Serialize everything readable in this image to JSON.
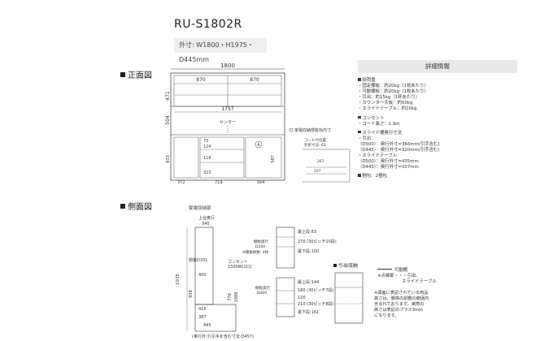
{
  "title": {
    "model": "RU-S1802R",
    "dimensions": "外寸: W1800・H1975・D445mm"
  },
  "sections": {
    "front": "正面図",
    "side": "側面図"
  },
  "spec": {
    "heading": "詳細情報",
    "lines": [
      {
        "text": "耐荷重",
        "head": true
      },
      {
        "text": "・固定棚板：約20kg（1枚あたり）"
      },
      {
        "text": "・可動棚板：約20kg（1枚あたり）"
      },
      {
        "text": "・引出：約15kg（1杯あたり）"
      },
      {
        "text": "・カウンター天板：約50kg"
      },
      {
        "text": "・スライドテーブル：約10kg"
      },
      {
        "gap": true
      },
      {
        "text": "コンセント",
        "head": true
      },
      {
        "text": "・コード長さ：1.9m"
      },
      {
        "gap": true
      },
      {
        "text": "スライド棚奥行寸法",
        "head": true
      },
      {
        "text": "・引出："
      },
      {
        "text": "（D500）：奥行外寸=366mm(引手含む)"
      },
      {
        "text": "（D445）：奥行外寸=320mm(引手含む)"
      },
      {
        "text": "・スライドテーブル："
      },
      {
        "text": "（D500）：奥行外寸=435mm"
      },
      {
        "text": "（D445）：奥行外寸=337mm"
      },
      {
        "gap": true
      },
      {
        "text": "梱包：2梱包",
        "head": true
      }
    ]
  },
  "front_view": {
    "overall_width": "1800",
    "upper_door_widths": [
      "870",
      "870"
    ],
    "upper_height": "471",
    "counter_width": "1757",
    "counter_height": "504",
    "center_label": "センター",
    "outlet_note": "家電収納部有効内寸",
    "outlet_marker": "A",
    "lower_labels": [
      "73",
      "124",
      "116",
      "323",
      "372",
      "719",
      "564",
      "833",
      "587"
    ],
    "cord_note": "コード穴位置\n外形寸法: 63",
    "cord_dims": [
      "267",
      "337"
    ]
  },
  "side_view": {
    "appliance_label": "家電収納部",
    "upper_depth_label": "上台奥行",
    "upper_depth": "340",
    "height": "1975",
    "side_depth_note": "側板D331",
    "outlet_note": "コンセント\n1500W(2口)",
    "dims_left": [
      "400",
      "938",
      "415",
      "387",
      "445"
    ],
    "dims_center": [
      "778",
      "1088"
    ],
    "footer_note": "(奥行外寸(引手を含む寸法:D457)",
    "shelf_notes": {
      "top": "最上段:83",
      "pitch": "270 (30ピッチ10段)",
      "shelf_depth": "棚板奥行\nD260",
      "shelf_count": "※棚板枚数: 4枚",
      "bottom": "最下段:100",
      "lower_top": "最上段:144",
      "lower_depth": "棚板奥行\nD400",
      "lower_pitch1": "180 (30ピッチ7段)",
      "lower_120": "120",
      "lower_pitch2": "210 (30ピッチ8段)",
      "lower_bottom": "最下段:161"
    },
    "drawer_label": "引出収納",
    "legend": [
      "可動棚",
      "※点線部・・・引出、",
      "スライドテーブル"
    ],
    "note": "※図面に表記されている商品\n高さは、脚高の調整の範囲内\n含まれております。実際の\n高さは表記のプラス3mm\nになります。"
  }
}
